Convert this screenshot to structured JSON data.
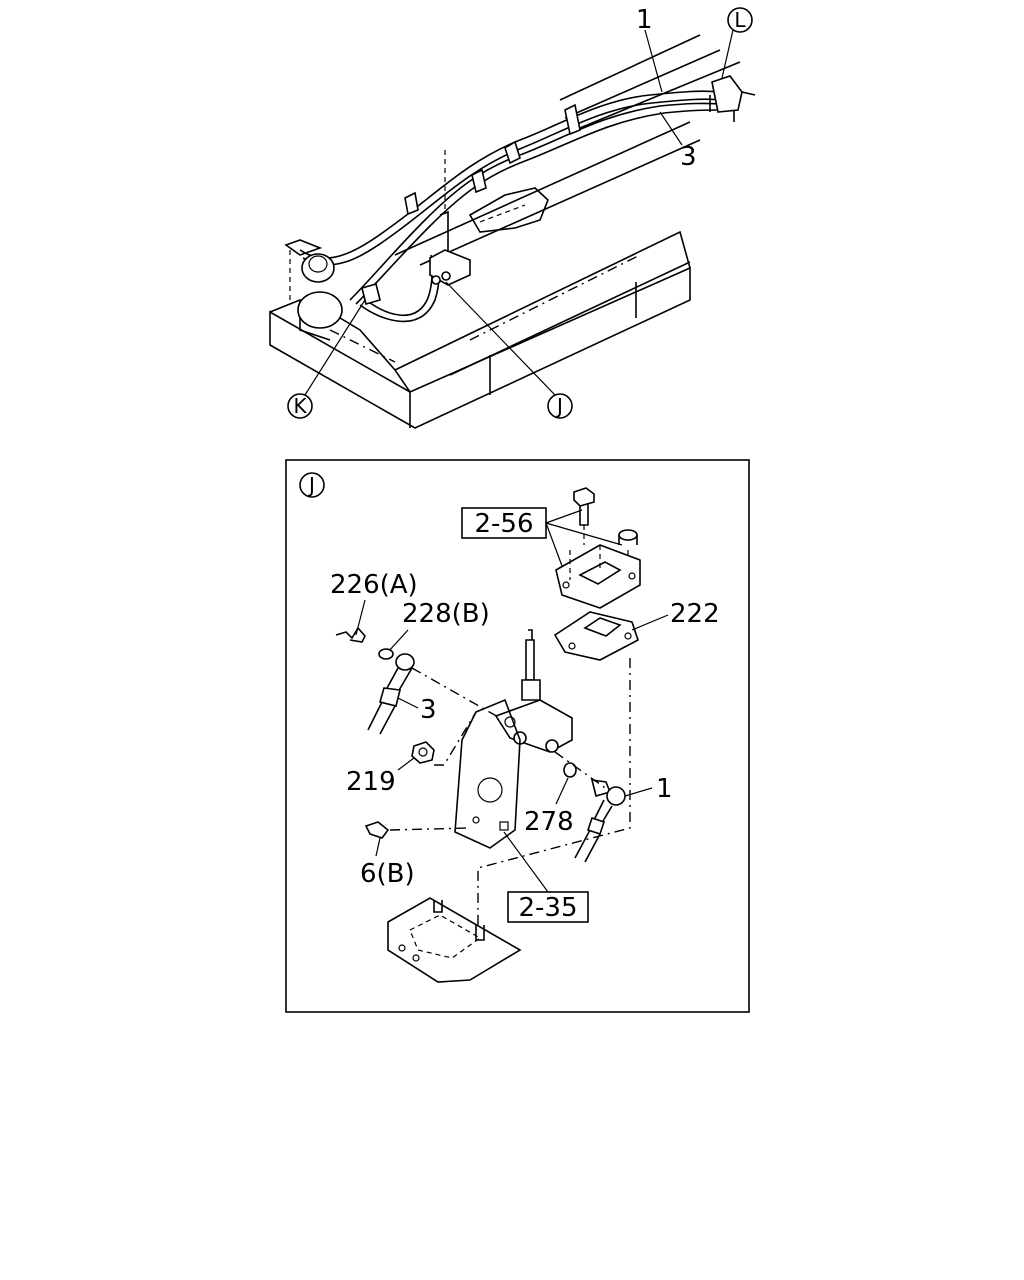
{
  "overview": {
    "callouts": {
      "part_1": "1",
      "part_3": "3",
      "ref_L": "L",
      "ref_K": "K",
      "ref_J": "J"
    }
  },
  "detail_j": {
    "view_id": "J",
    "labels": {
      "ref_2_56": "2-56",
      "ref_2_35": "2-35",
      "part_226a": "226(A)",
      "part_228b": "228(B)",
      "part_222": "222",
      "part_3": "3",
      "part_219": "219",
      "part_1": "1",
      "part_278": "278",
      "part_6b": "6(B)"
    }
  }
}
